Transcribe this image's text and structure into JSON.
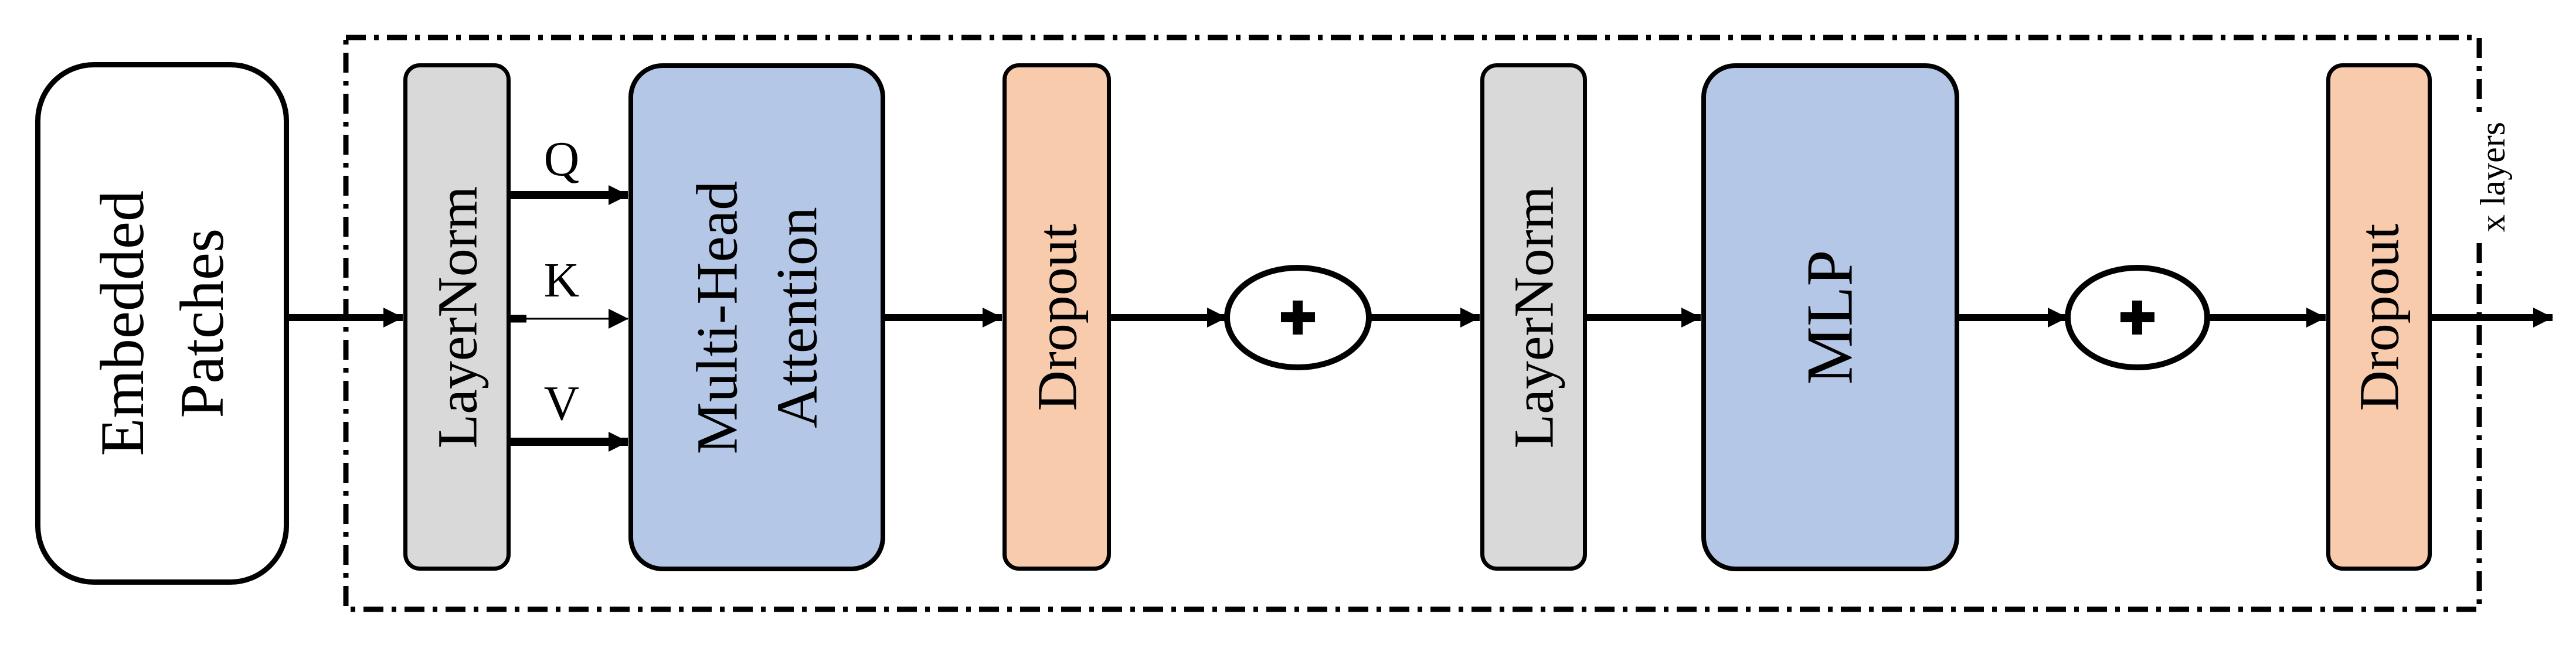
{
  "input_block": {
    "line1": "Embedded",
    "line2": "Patches"
  },
  "container": {
    "repeat_label": "x layers"
  },
  "blocks": {
    "layernorm_1": {
      "label": "LayerNorm"
    },
    "attention": {
      "line1": "Multi-Head",
      "line2": "Attention"
    },
    "dropout_1": {
      "label": "Dropout"
    },
    "layernorm_2": {
      "label": "LayerNorm"
    },
    "mlp": {
      "label": "MLP"
    },
    "dropout_2": {
      "label": "Dropout"
    }
  },
  "qkv_labels": {
    "q": "Q",
    "k": "K",
    "v": "V"
  },
  "residual_add": {
    "symbol": "+"
  },
  "colors": {
    "layernorm_fill": "#D9D9D9",
    "attention_fill": "#B4C7E7",
    "mlp_fill": "#B4C7E7",
    "dropout_fill": "#F8CBAD",
    "input_fill": "#FFFFFF",
    "stroke": "#000000"
  }
}
